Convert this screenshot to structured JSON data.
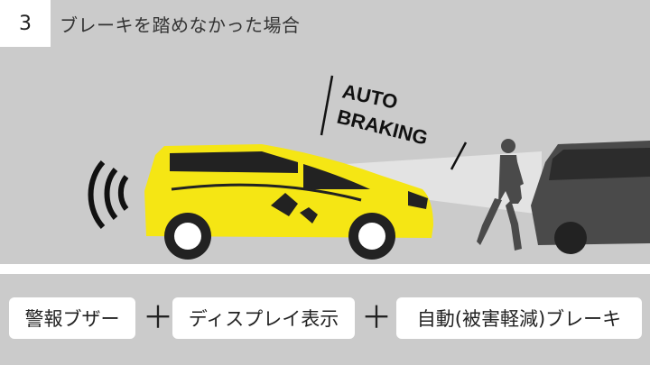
{
  "header": {
    "step_number": "3",
    "title": "ブレーキを踏めなかった場合"
  },
  "scene": {
    "sign_line1": "AUTO",
    "sign_line2": "BRAKING"
  },
  "features": {
    "buzzer_label": "警報ブザー",
    "plus_1": "＋",
    "display_label": "ディスプレイ表示",
    "plus_2": "＋",
    "brake_label": "自動(被害軽減)ブレーキ"
  },
  "colors": {
    "car_yellow": "#f5e614",
    "background": "#cbcbcb",
    "dark_car": "#4a4a4a"
  }
}
